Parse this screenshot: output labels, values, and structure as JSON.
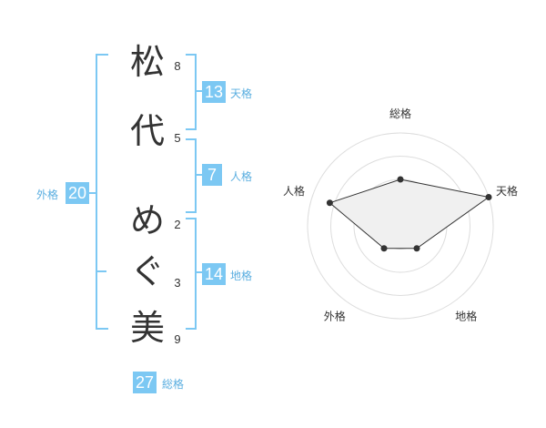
{
  "name": {
    "chars": [
      {
        "char": "松",
        "strokes": "8"
      },
      {
        "char": "代",
        "strokes": "5"
      },
      {
        "char": "め",
        "strokes": "2"
      },
      {
        "char": "ぐ",
        "strokes": "3"
      },
      {
        "char": "美",
        "strokes": "9"
      }
    ]
  },
  "fortunes": {
    "tenkaku": {
      "label": "天格",
      "value": "13"
    },
    "jinkaku": {
      "label": "人格",
      "value": "7"
    },
    "chikaku": {
      "label": "地格",
      "value": "14"
    },
    "gaikaku": {
      "label": "外格",
      "value": "20"
    },
    "soukaku": {
      "label": "総格",
      "value": "27"
    }
  },
  "chart_data": {
    "type": "radar",
    "axes": [
      "総格",
      "天格",
      "地格",
      "外格",
      "人格"
    ],
    "values": [
      0.5,
      1.0,
      0.3,
      0.3,
      0.8
    ],
    "range": [
      0,
      1
    ],
    "rings": 4,
    "colors": {
      "fill": "#f0f0f0",
      "stroke": "#333333",
      "grid": "#dddddd"
    }
  }
}
